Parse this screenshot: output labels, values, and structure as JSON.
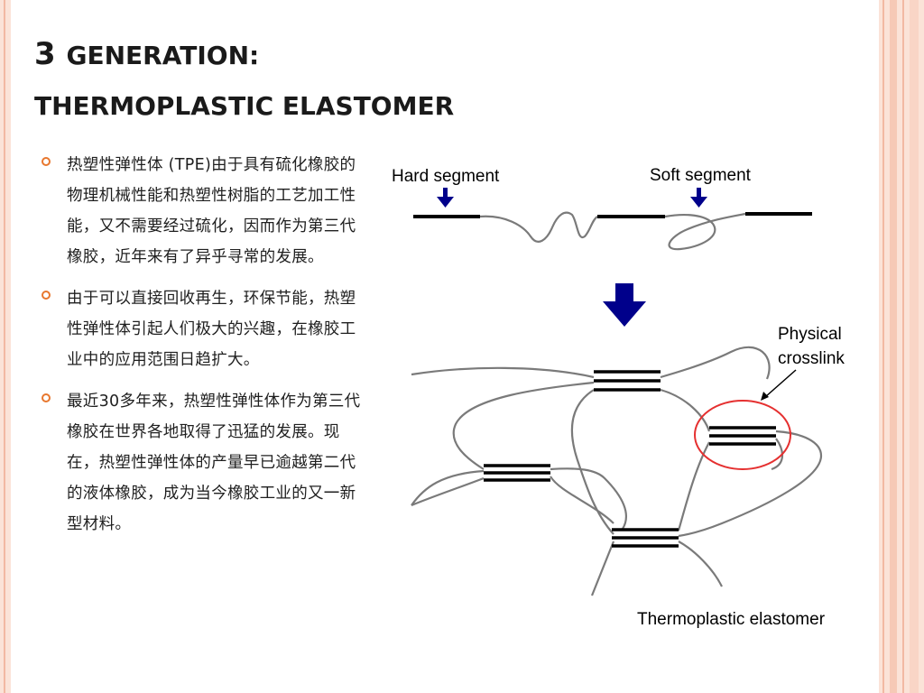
{
  "title": {
    "number": "3",
    "word": "generation:",
    "subtitle": "thermoplastic elastomer"
  },
  "bullets": [
    "热塑性弹性体 (TPE)由于具有硫化橡胶的物理机械性能和热塑性树脂的工艺加工性能，又不需要经过硫化，因而作为第三代橡胶，近年来有了异乎寻常的发展。",
    "由于可以直接回收再生，环保节能，热塑性弹性体引起人们极大的兴趣，在橡胶工业中的应用范围日趋扩大。",
    "最近30多年来，热塑性弹性体作为第三代橡胶在世界各地取得了迅猛的发展。现在，热塑性弹性体的产量早已逾越第二代的液体橡胶，成为当今橡胶工业的又一新型材料。"
  ],
  "diagram": {
    "hard_segment_label": "Hard segment",
    "soft_segment_label": "Soft segment",
    "physical_crosslink_line1": "Physical",
    "physical_crosslink_line2": "crosslink",
    "caption": "Thermoplastic elastomer"
  },
  "colors": {
    "accent": "#e8772e",
    "arrow": "#00008b",
    "circle": "#e53030",
    "chain": "#7a7a7a"
  }
}
